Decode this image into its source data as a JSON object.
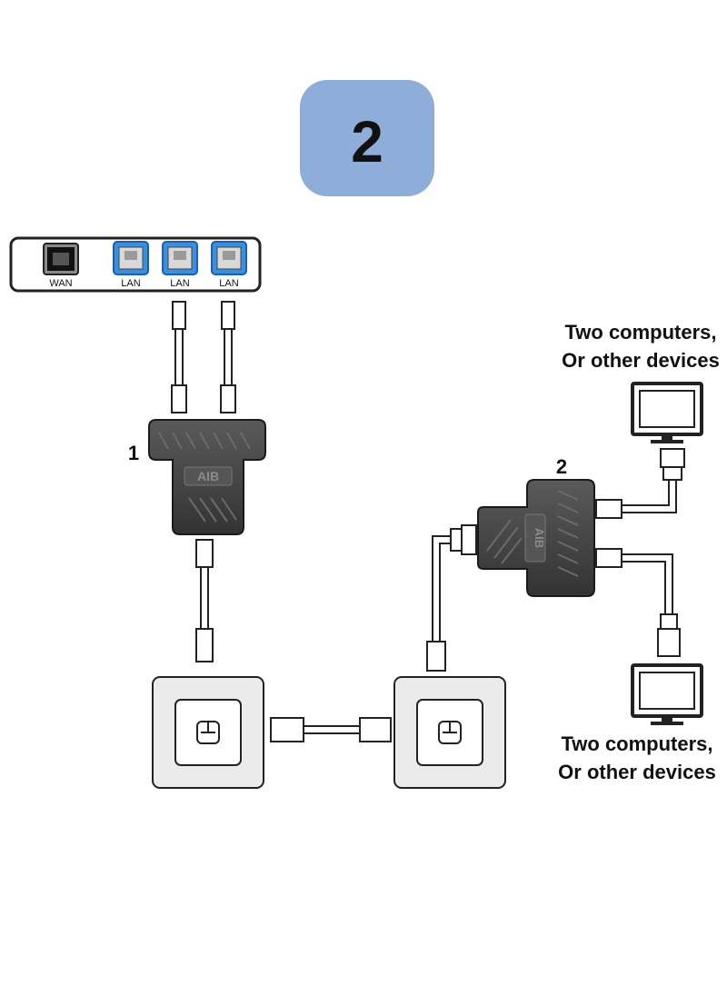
{
  "badge": {
    "number": "2",
    "color": "#8eadd9"
  },
  "router": {
    "wan_label": "WAN",
    "lan_labels": [
      "LAN",
      "LAN",
      "LAN"
    ],
    "lan_port_color": "#3b8fe0"
  },
  "splitters": [
    {
      "number": "1",
      "marking": "AIB"
    },
    {
      "number": "2",
      "marking": "AIB"
    }
  ],
  "devices": {
    "top_text": [
      "Two computers,",
      "Or other devices"
    ],
    "bottom_text": [
      "Two computers,",
      "Or other devices"
    ]
  },
  "wall_sockets": {
    "icon": "ethernet-socket-icon",
    "count": 2
  },
  "colors": {
    "splitter": "#4a4a4a",
    "socket_plate": "#ebebeb",
    "line": "#222222"
  }
}
